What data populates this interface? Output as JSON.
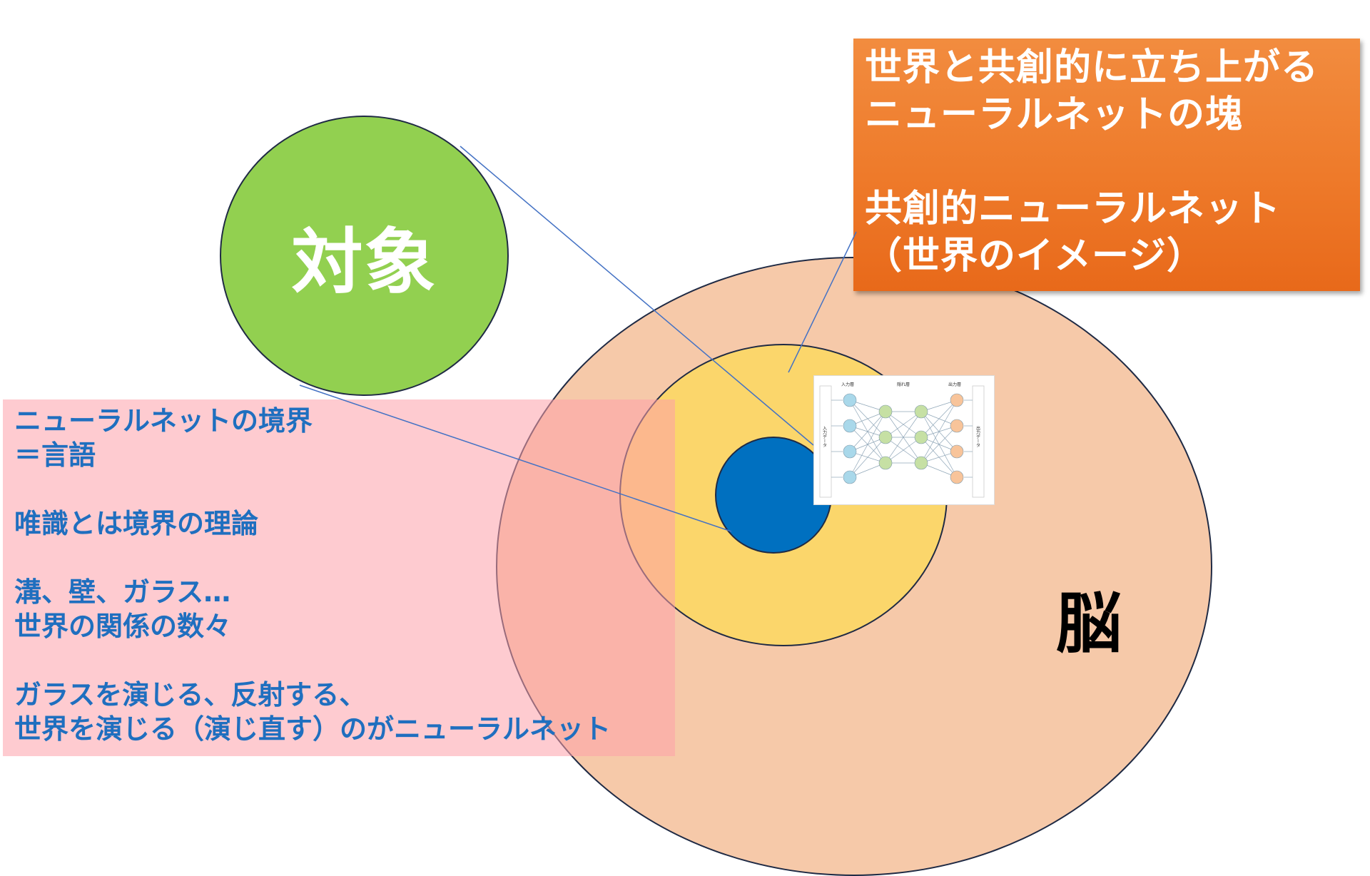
{
  "object_circle": {
    "label": "対象",
    "color": "#92d050"
  },
  "brain_circle": {
    "label": "脳",
    "color": "#f6c9a9"
  },
  "mind_circle": {
    "color": "#fbd66b"
  },
  "core_circle": {
    "color": "#0070c0"
  },
  "orange_box": {
    "color": "#ee7a2a",
    "lines": [
      "世界と共創的に立ち上がる",
      "ニューラルネットの塊",
      "",
      "共創的ニューラルネット",
      "（世界のイメージ）"
    ]
  },
  "pink_box": {
    "color": "#fda0aa",
    "lines": [
      "ニューラルネットの境界",
      "＝言語",
      "",
      "唯識とは境界の理論",
      "",
      "溝、壁、ガラス…",
      "世界の関係の数々",
      "",
      "ガラスを演じる、反射する、",
      "世界を演じる（演じ直す）のがニューラルネット"
    ]
  },
  "nn_figure": {
    "input_header": "入力層",
    "hidden_header": "隠れ層",
    "output_header": "出力層",
    "input_data_label": "入力データ",
    "output_data_label": "出力データ",
    "input_node_color": "#a9d8ea",
    "hidden_node_color": "#c6e0a4",
    "output_node_color": "#f8c49a"
  }
}
